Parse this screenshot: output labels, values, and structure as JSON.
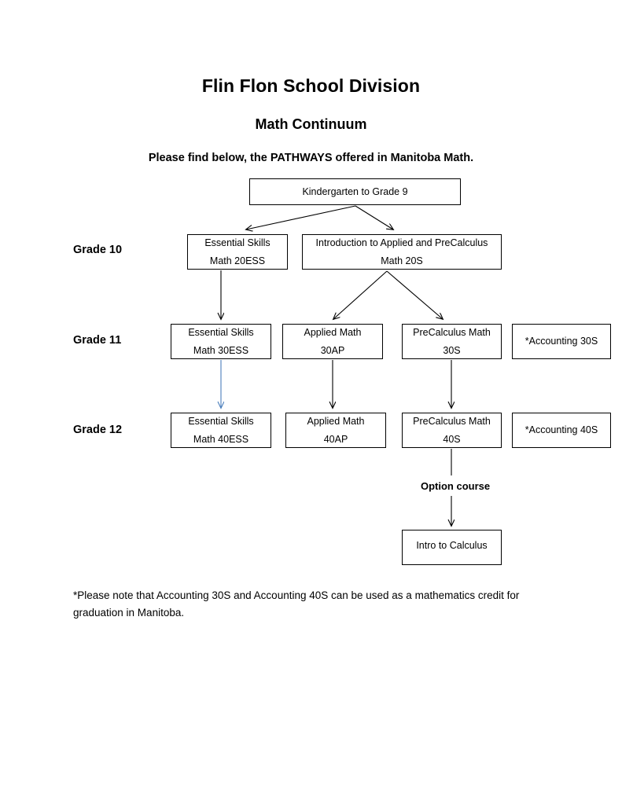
{
  "document": {
    "title_main": "Flin Flon School Division",
    "title_sub": "Math Continuum",
    "intro_line": "Please find below, the PATHWAYS offered in Manitoba Math.",
    "footnote": "*Please note that Accounting 30S and Accounting 40S can be used as a mathematics credit for graduation in Manitoba."
  },
  "grade_labels": {
    "grade10": "Grade 10",
    "grade11": "Grade 11",
    "grade12": "Grade 12"
  },
  "nodes": {
    "root": {
      "line1": "Kindergarten to Grade 9",
      "line2": ""
    },
    "g10_ess": {
      "line1": "Essential Skills",
      "line2": "Math 20ESS"
    },
    "g10_intro": {
      "line1": "Introduction to Applied and PreCalculus",
      "line2": "Math 20S"
    },
    "g11_ess": {
      "line1": "Essential Skills",
      "line2": "Math 30ESS"
    },
    "g11_applied": {
      "line1": "Applied Math",
      "line2": "30AP"
    },
    "g11_precalc": {
      "line1": "PreCalculus Math",
      "line2": "30S"
    },
    "g11_accounting": {
      "line1": "*Accounting 30S",
      "line2": ""
    },
    "g12_ess": {
      "line1": "Essential Skills",
      "line2": "Math 40ESS"
    },
    "g12_applied": {
      "line1": "Applied Math",
      "line2": "40AP"
    },
    "g12_precalc": {
      "line1": "PreCalculus Math",
      "line2": "40S"
    },
    "g12_accounting": {
      "line1": "*Accounting 40S",
      "line2": ""
    },
    "intro_calculus": {
      "line1": "Intro to Calculus",
      "line2": ""
    }
  },
  "flow_labels": {
    "option_course": "Option course"
  },
  "colors": {
    "box_border": "#000000",
    "arrow_black": "#000000",
    "arrow_blue": "#4A7EBB",
    "page_background": "#FFFFFF",
    "text": "#000000"
  },
  "chart_data": {
    "type": "diagram",
    "title": "Math Continuum",
    "levels": [
      "Kindergarten to Grade 9",
      "Grade 10",
      "Grade 11",
      "Grade 12",
      "Option"
    ],
    "edges": [
      {
        "from": "Kindergarten to Grade 9",
        "to": "Essential Skills Math 20ESS",
        "color": "#000000"
      },
      {
        "from": "Kindergarten to Grade 9",
        "to": "Introduction to Applied and PreCalculus Math 20S",
        "color": "#000000"
      },
      {
        "from": "Essential Skills Math 20ESS",
        "to": "Essential Skills Math 30ESS",
        "color": "#000000"
      },
      {
        "from": "Introduction to Applied and PreCalculus Math 20S",
        "to": "Applied Math 30AP",
        "color": "#000000"
      },
      {
        "from": "Introduction to Applied and PreCalculus Math 20S",
        "to": "PreCalculus Math 30S",
        "color": "#000000"
      },
      {
        "from": "Essential Skills Math 30ESS",
        "to": "Essential Skills Math 40ESS",
        "color": "#4A7EBB"
      },
      {
        "from": "Applied Math 30AP",
        "to": "Applied Math 40AP",
        "color": "#000000"
      },
      {
        "from": "PreCalculus Math 30S",
        "to": "PreCalculus Math 40S",
        "color": "#000000"
      },
      {
        "from": "PreCalculus Math 40S",
        "to": "Intro to Calculus",
        "color": "#000000",
        "label": "Option course"
      }
    ],
    "isolated_nodes": [
      "*Accounting 30S",
      "*Accounting 40S"
    ]
  }
}
